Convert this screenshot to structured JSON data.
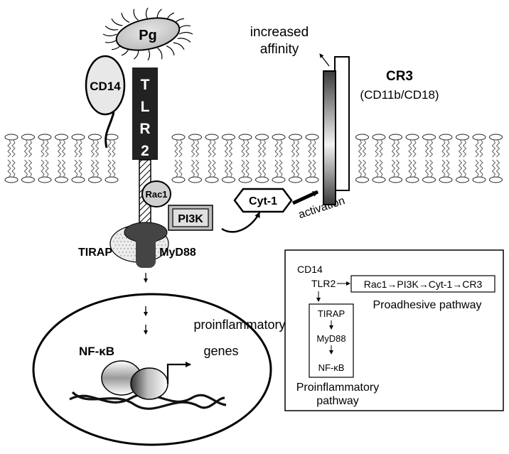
{
  "labels": {
    "pg": "Pg",
    "cd14": "CD14",
    "tlr2_letters": [
      "T",
      "L",
      "R",
      "2"
    ],
    "rac1": "Rac1",
    "pi3k": "PI3K",
    "cyt1": "Cyt-1",
    "tirap": "TIRAP",
    "myd88": "MyD88",
    "nfkb": "NF-κB",
    "increased": "increased",
    "affinity": "affinity",
    "cr3": "CR3",
    "cr3_sub": "(CD11b/CD18)",
    "activation": "activation",
    "proinflammatory": "proinflammatory",
    "genes": "genes"
  },
  "legend": {
    "cd14": "CD14",
    "tlr2": "TLR2",
    "proadhesive_chain": "Rac1→PI3K→Cyt-1→CR3",
    "proadhesive_label": "Proadhesive pathway",
    "tirap": "TIRAP",
    "myd88": "MyD88",
    "nfkb": "NF-κB",
    "proinflammatory_line1": "Proinflammatory",
    "proinflammatory_line2": "pathway"
  }
}
